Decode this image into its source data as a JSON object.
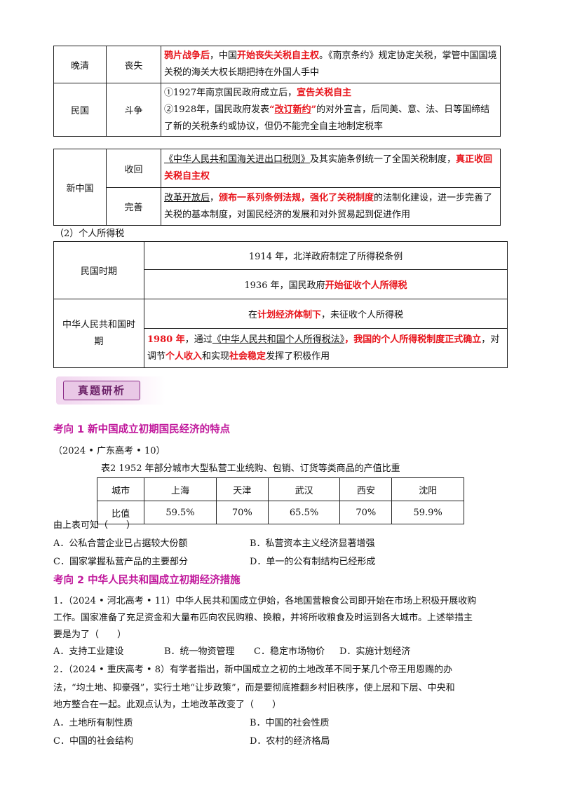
{
  "tariff_table_1": {
    "rows": [
      {
        "period": "晚清",
        "status": "丧失",
        "desc_html": "<span class='red'>鸦片战争后</span>，中国<span class='red'>开始丧失关税自主权</span>。《南京条约》规定协定关税，掌管中国国境关税的海关大权长期把持在外国人手中"
      },
      {
        "period": "民国",
        "status": "斗争",
        "desc_html": "①1927年南京国民政府成立后，<span class='red'>宣告关税自主</span><br>②1928年，国民政府发表<span class='red'>“<span class='u'>改订新约</span>”</span>的对外宣言，后同美、意、法、日等国缔结了新的关税条约或协议，但仍不能完全自主地制定税率"
      }
    ]
  },
  "tariff_table_2": {
    "period": "新中国",
    "rows": [
      {
        "status": "收回",
        "desc_html": "<span class='u'>《中华人民共和国海关进出口税则》</span>及其实施条例统一了全国关税制度，<span class='red'>真正收回关税自主权</span>"
      },
      {
        "status": "完善",
        "desc_html": "<span class='u'>改革开放后</span>，<span class='red'>颁布一系列条例法规，强化了关税制度</span>的法制化建设，进一步完善了关税的基本制度，对国民经济的发展和对外贸易起到促进作用"
      }
    ]
  },
  "income_tax_heading": "（2）个人所得税",
  "income_tax_table": {
    "rows": [
      {
        "period": "民国时期",
        "items_html": [
          "1914 年，北洋政府制定了所得税条例",
          "1936 年，国民政府<span class='red'>开始征收个人所得税</span>"
        ]
      },
      {
        "period": "中华人民共和国时期",
        "items_html": [
          "在<span class='red'>计划经济体制下</span>，未征收个人所得税",
          "<span class='red'>1980 年</span>，通过<span class='u'>《中华人民共和国个人所得税法》</span><span class='red'>，我国的个人所得税制度正式确立</span>，对调节<span class='red'>个人收入</span>和实现<span class='red'>社会稳定</span>发挥了积极作用"
        ]
      }
    ]
  },
  "badge": "真题研析",
  "section1": {
    "heading": "考向 1  新中国成立初期国民经济的特点",
    "source": "（2024 • 广东高考 • 10）",
    "table_caption": "表2  1952 年部分城市大型私营工业统购、包销、订货等类商品的产值比重",
    "table_header": [
      "城市",
      "上海",
      "天津",
      "武汉",
      "西安",
      "沈阳"
    ],
    "table_values": [
      "比值",
      "59.5%",
      "70%",
      "65.5%",
      "70%",
      "59.9%"
    ],
    "question": "由上表可知（　　）",
    "options": [
      "A．公私合营企业已占据较大份额",
      "B．私营资本主义经济显著增强",
      "C．国家掌握私营产品的主要部分",
      "D．单一的公有制结构已经形成"
    ]
  },
  "section2": {
    "heading": "考向 2  中华人民共和国成立初期经济措施",
    "q1_lines": [
      "1．（2024 • 河北高考 • 11）中华人民共和国成立伊始，各地国营粮食公司即开始在市场上积极开展收购",
      "工作。国家准备了充足资金和大量布匹向农民购粮、换粮，并将所收粮食及时运到各大城市。上述举措主",
      "要是为了（　　）"
    ],
    "q1_options": [
      "A．支持工业建设",
      "B．统一物资管理",
      "C．稳定市场物价",
      "D．实施计划经济"
    ],
    "q2_lines": [
      "2．（2024 • 重庆高考 • 8）有学者指出，新中国成立之初的土地改革不同于某几个帝王用恩赐的办",
      "法，“均土地、抑豪强”，实行土地“让步政策”，而是要彻底推翻乡村旧秩序，使上层和下层、中央和",
      "地方整合在一起。此观点认为，土地改革改变了（　　）"
    ],
    "q2_options": [
      "A．土地所有制性质",
      "B．中国的社会性质",
      "C．中国的社会结构",
      "D．农村的经济格局"
    ]
  }
}
